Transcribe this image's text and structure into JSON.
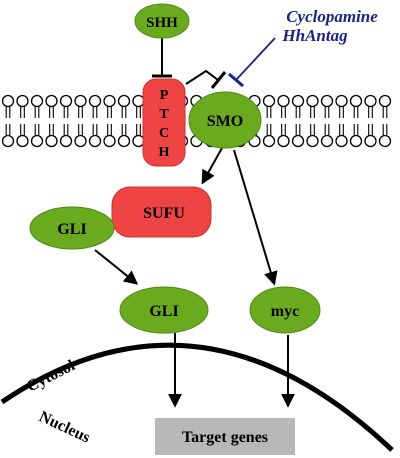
{
  "nodes": {
    "shh": "SHH",
    "ptch": [
      "P",
      "T",
      "C",
      "H"
    ],
    "smo": "SMO",
    "sufu": "SUFU",
    "gli_bound": "GLI",
    "gli_free": "GLI",
    "myc": "myc",
    "target_genes": "Target genes"
  },
  "inhibitor": {
    "line1": "Cyclopamine",
    "line2": "HhAntag"
  },
  "compartments": {
    "cytosol": "Cytosol",
    "nucleus": "Nucleus"
  },
  "colors": {
    "green": "#6aaa1f",
    "red": "#ee4444",
    "inhibitor_text": "#1a2480",
    "target_box": "#b8b8b8",
    "line": "#000000"
  }
}
